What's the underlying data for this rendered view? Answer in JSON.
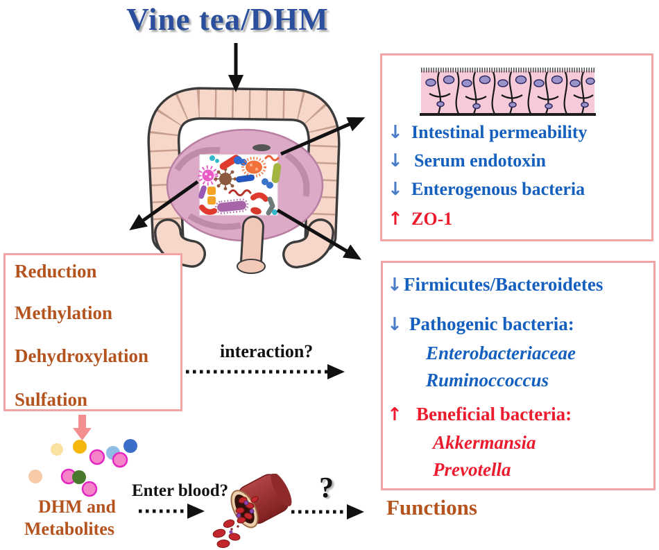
{
  "title": "Vine tea/DHM",
  "icons": {
    "down_arrow": "↓",
    "up_arrow": "↑"
  },
  "colors": {
    "title_blue": "#2b4f9c",
    "text_blue": "#1560bf",
    "text_red": "#ec1b2e",
    "text_brown": "#b4531d",
    "box_border_pink": "#f2a3a3",
    "pink_arrow": "#f48f8f"
  },
  "left_box": {
    "items": [
      "Reduction",
      "Methylation",
      "Dehydroxylation",
      "Sulfation"
    ]
  },
  "top_right_box": {
    "items": [
      {
        "change": "decrease",
        "label": "Intestinal permeability"
      },
      {
        "change": "decrease",
        "label": "Serum endotoxin"
      },
      {
        "change": "decrease",
        "label": "Enterogenous bacteria"
      },
      {
        "change": "increase",
        "label": "ZO-1"
      }
    ]
  },
  "bottom_right_box": {
    "items": [
      {
        "change": "decrease",
        "label": "Firmicutes/Bacteroidetes"
      },
      {
        "change": "decrease",
        "label": "Pathogenic bacteria:"
      },
      {
        "label": "Enterobacteriaceae",
        "italic": true
      },
      {
        "label": "Ruminoccoccus",
        "italic": true
      },
      {
        "change": "increase",
        "label": "Beneficial bacteria:"
      },
      {
        "label": "Akkermansia",
        "italic": true
      },
      {
        "label": "Prevotella",
        "italic": true
      }
    ]
  },
  "labels": {
    "interaction": "interaction?",
    "enter_blood": "Enter blood?",
    "unknown": "?",
    "functions": "Functions",
    "metabolites_line1": "DHM and",
    "metabolites_line2": "Metabolites"
  },
  "dots": {
    "colors": [
      "#fae2a0",
      "#f5b70d",
      "#f584c9",
      "#8fbce3",
      "#3a6ec9",
      "#f584c9",
      "#f7cba8",
      "#f584c9",
      "#4a7a2e",
      "#f584c9"
    ]
  }
}
